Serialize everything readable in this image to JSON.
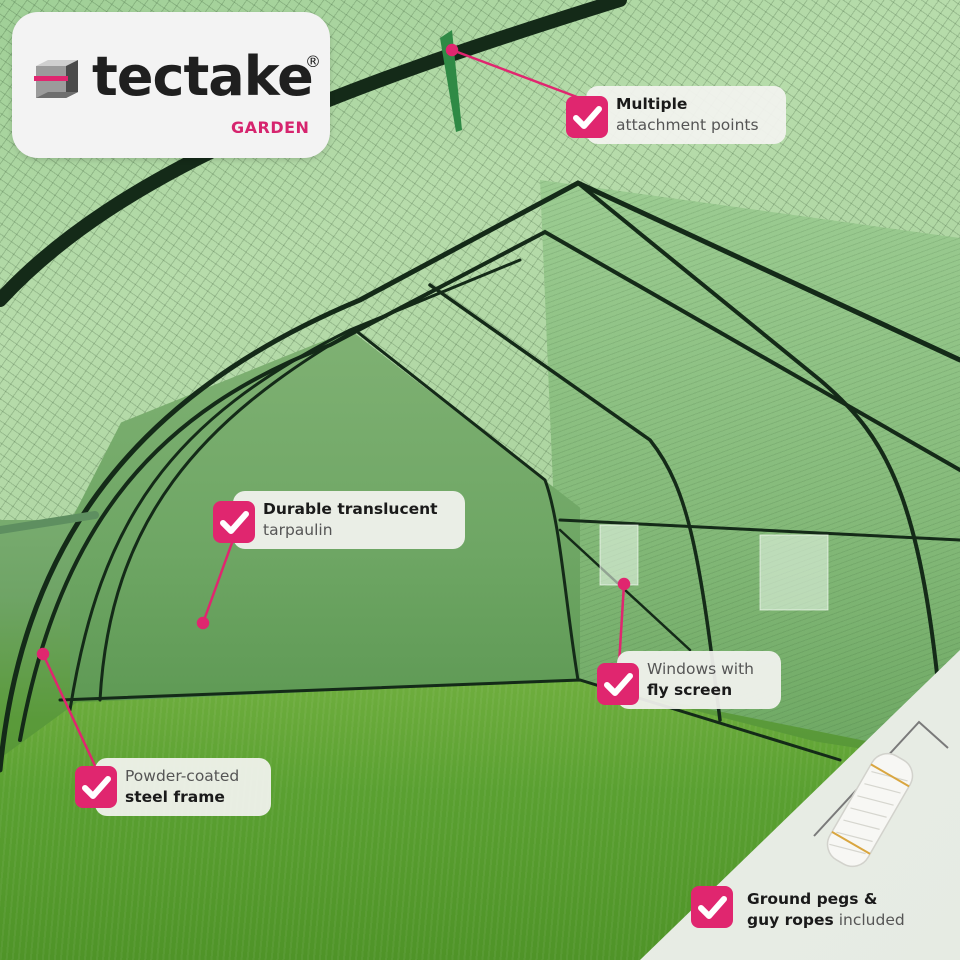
{
  "brand": {
    "name": "tectake",
    "registered_mark": "®",
    "subline": "GARDEN",
    "accent_color": "#d6246e",
    "text_color": "#1f1f1f"
  },
  "scene": {
    "description": "Interior view of a green walk-in polytunnel greenhouse with steel frame and grass floor"
  },
  "callouts": [
    {
      "id": "attachment",
      "line1": "Multiple",
      "line1_weight": "bold",
      "line2": "attachment points",
      "line2_weight": "light",
      "icon": "checkbox-check-icon"
    },
    {
      "id": "tarpaulin",
      "line1": "Durable translucent",
      "line1_weight": "bold",
      "line2": "tarpaulin",
      "line2_weight": "light",
      "icon": "checkbox-check-icon"
    },
    {
      "id": "windows",
      "line1": "Windows with",
      "line1_weight": "light",
      "line2": "fly screen",
      "line2_weight": "bold",
      "icon": "checkbox-check-icon"
    },
    {
      "id": "frame",
      "line1": "Powder-coated",
      "line1_weight": "light",
      "line2": "steel frame",
      "line2_weight": "bold",
      "icon": "checkbox-check-icon"
    },
    {
      "id": "accessories",
      "line1": "Ground pegs &",
      "line1_weight": "bold",
      "line2_bold": "guy ropes",
      "line2_light": " included",
      "icon": "checkbox-check-icon"
    }
  ],
  "colors": {
    "check_badge": "#e0266f",
    "leader_line": "#e0266f",
    "callout_bg": "#f3f3f0"
  }
}
